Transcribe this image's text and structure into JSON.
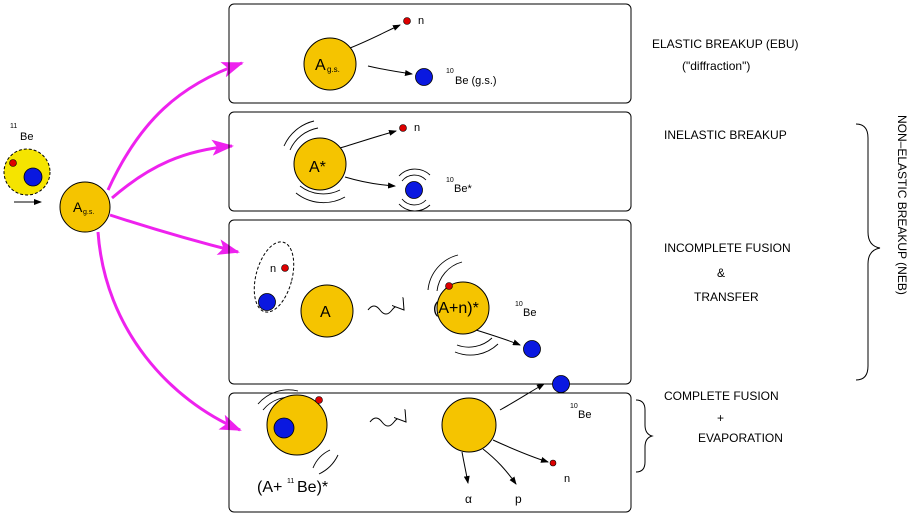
{
  "projectile": {
    "label": "Be",
    "mass": "11"
  },
  "target": {
    "label": "A",
    "sub": "g.s."
  },
  "panels": [
    {
      "title": "ELASTIC BREAKUP (EBU)",
      "subtitle": "(\"diffraction\")",
      "nucleus": "A",
      "nucleus_sub": "g.s.",
      "neutron": "n",
      "fragment_mass": "10",
      "fragment": "Be (g.s.)"
    },
    {
      "title": "INELASTIC BREAKUP",
      "nucleus": "A*",
      "neutron": "n",
      "fragment_mass": "10",
      "fragment": "Be*"
    },
    {
      "title_lines": [
        "INCOMPLETE FUSION",
        "&",
        "TRANSFER"
      ],
      "neutron": "n",
      "nucleus": "A",
      "compound": "(A+n)*",
      "fragment_mass": "10",
      "fragment": "Be"
    },
    {
      "title_lines": [
        "COMPLETE  FUSION",
        "+",
        "EVAPORATION"
      ],
      "compound_prefix": "(A+",
      "compound_mass": "11",
      "compound_suffix": "Be)*",
      "fragment_mass": "10",
      "fragment": "Be",
      "neutron": "n",
      "alpha": "α",
      "proton": "p"
    }
  ],
  "side_label": "NON–ELASTIC BREAKUP (NEB)",
  "colors": {
    "nucleus": "#f5c400",
    "projectile_halo": "#f5e400",
    "core": "#0a18e0",
    "neutron": "#dd0000",
    "arrow": "#ee22ee"
  }
}
